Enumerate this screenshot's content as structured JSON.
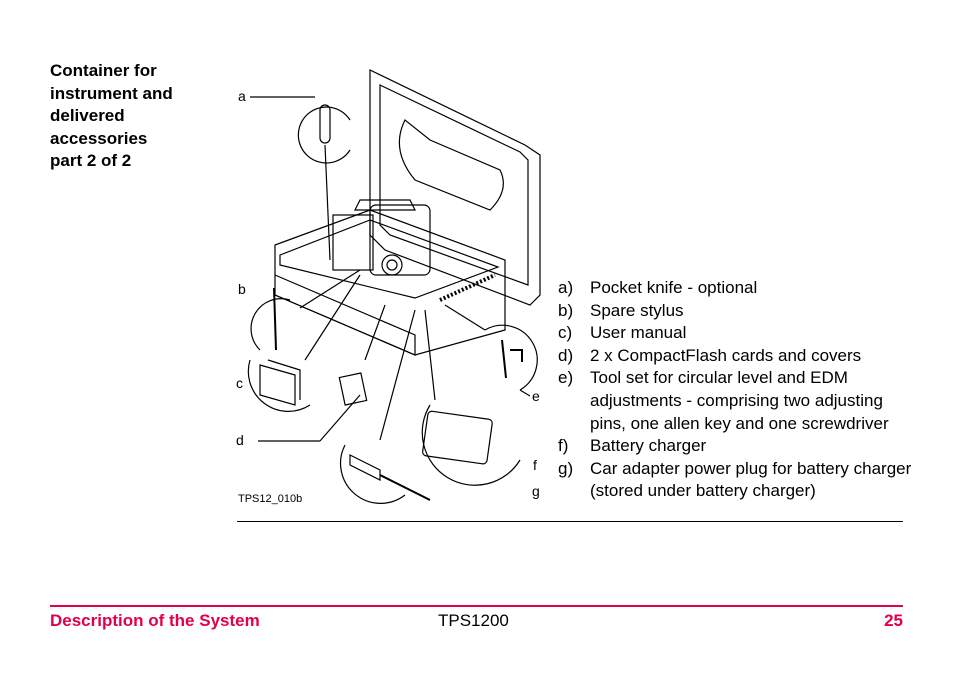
{
  "side_heading": {
    "lines": [
      "Container for",
      "instrument and",
      "delivered",
      "accessories",
      "part 2 of 2"
    ]
  },
  "figure": {
    "labels": {
      "a": "a",
      "b": "b",
      "c": "c",
      "d": "d",
      "e": "e",
      "f": "f",
      "g": "g"
    },
    "code": "TPS12_010b"
  },
  "legend": [
    {
      "key": "a)",
      "text": "Pocket knife - optional"
    },
    {
      "key": "b)",
      "text": "Spare stylus"
    },
    {
      "key": "c)",
      "text": "User manual"
    },
    {
      "key": "d)",
      "text": "2 x CompactFlash cards and covers"
    },
    {
      "key": "e)",
      "text": "Tool set for circular level and EDM adjustments - comprising two adjusting pins, one allen key and one screwdriver"
    },
    {
      "key": "f)",
      "text": "Battery charger"
    },
    {
      "key": "g)",
      "text": "Car adapter power plug for battery charger (stored under battery charger)"
    }
  ],
  "footer": {
    "section": "Description of the System",
    "product": "TPS1200",
    "page": "25"
  },
  "colors": {
    "accent": "#e1004d"
  }
}
